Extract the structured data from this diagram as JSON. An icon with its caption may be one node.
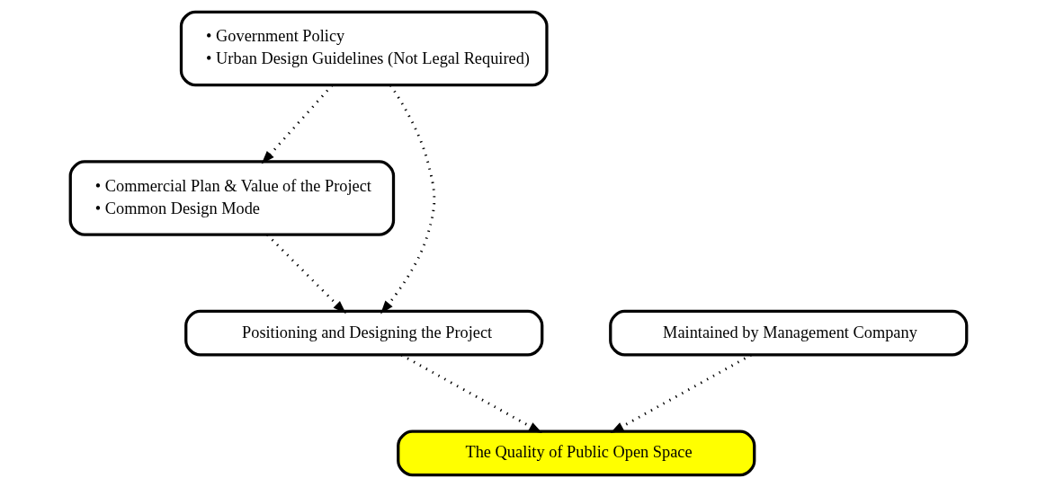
{
  "diagram": {
    "nodes": [
      {
        "text": [
          "• Government Policy",
          "• Urban Design Guidelines (Not Legal Required)"
        ]
      },
      {
        "text": [
          "• Commercial Plan & Value of the Project",
          "• Common Design Mode"
        ]
      },
      {
        "text": [
          "Positioning and Designing the Project"
        ]
      },
      {
        "text": [
          "Maintained by Management Company"
        ]
      },
      {
        "text": [
          "The Quality of Public Open Space"
        ]
      }
    ],
    "edges": [
      {
        "from": 0,
        "to": 1,
        "arrow": "to",
        "style": "dashed"
      },
      {
        "from": 0,
        "to": 2,
        "arrow": "to",
        "style": "dashed"
      },
      {
        "from": 1,
        "to": 2,
        "arrow": "to",
        "style": "dashed"
      },
      {
        "from": 2,
        "to": 4,
        "arrow": "to",
        "style": "dashed"
      },
      {
        "from": 3,
        "to": 4,
        "arrow": "to",
        "style": "dashed"
      }
    ]
  }
}
